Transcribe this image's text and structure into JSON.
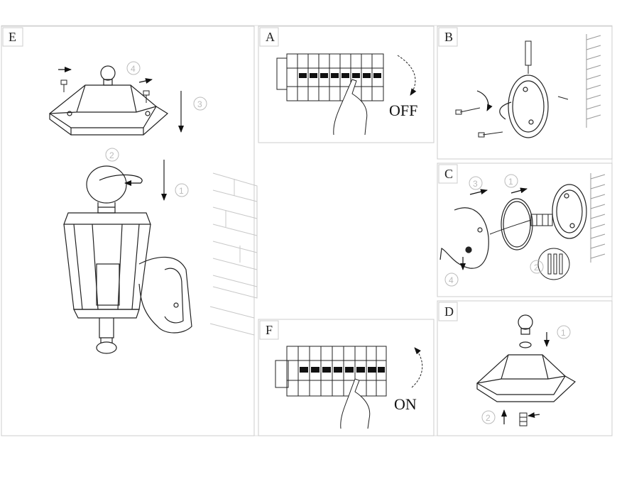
{
  "panels": {
    "e": {
      "letter": "E",
      "steps": [
        "4",
        "3",
        "2",
        "1"
      ]
    },
    "a": {
      "letter": "A",
      "word": "OFF"
    },
    "b": {
      "letter": "B"
    },
    "c": {
      "letter": "C",
      "steps": [
        "3",
        "1",
        "2",
        "4"
      ]
    },
    "f": {
      "letter": "F",
      "word": "ON"
    },
    "d": {
      "letter": "D",
      "steps": [
        "1",
        "2"
      ]
    }
  },
  "colors": {
    "line": "#222222",
    "frame": "#cccccc",
    "faint": "#bbbbbb"
  }
}
